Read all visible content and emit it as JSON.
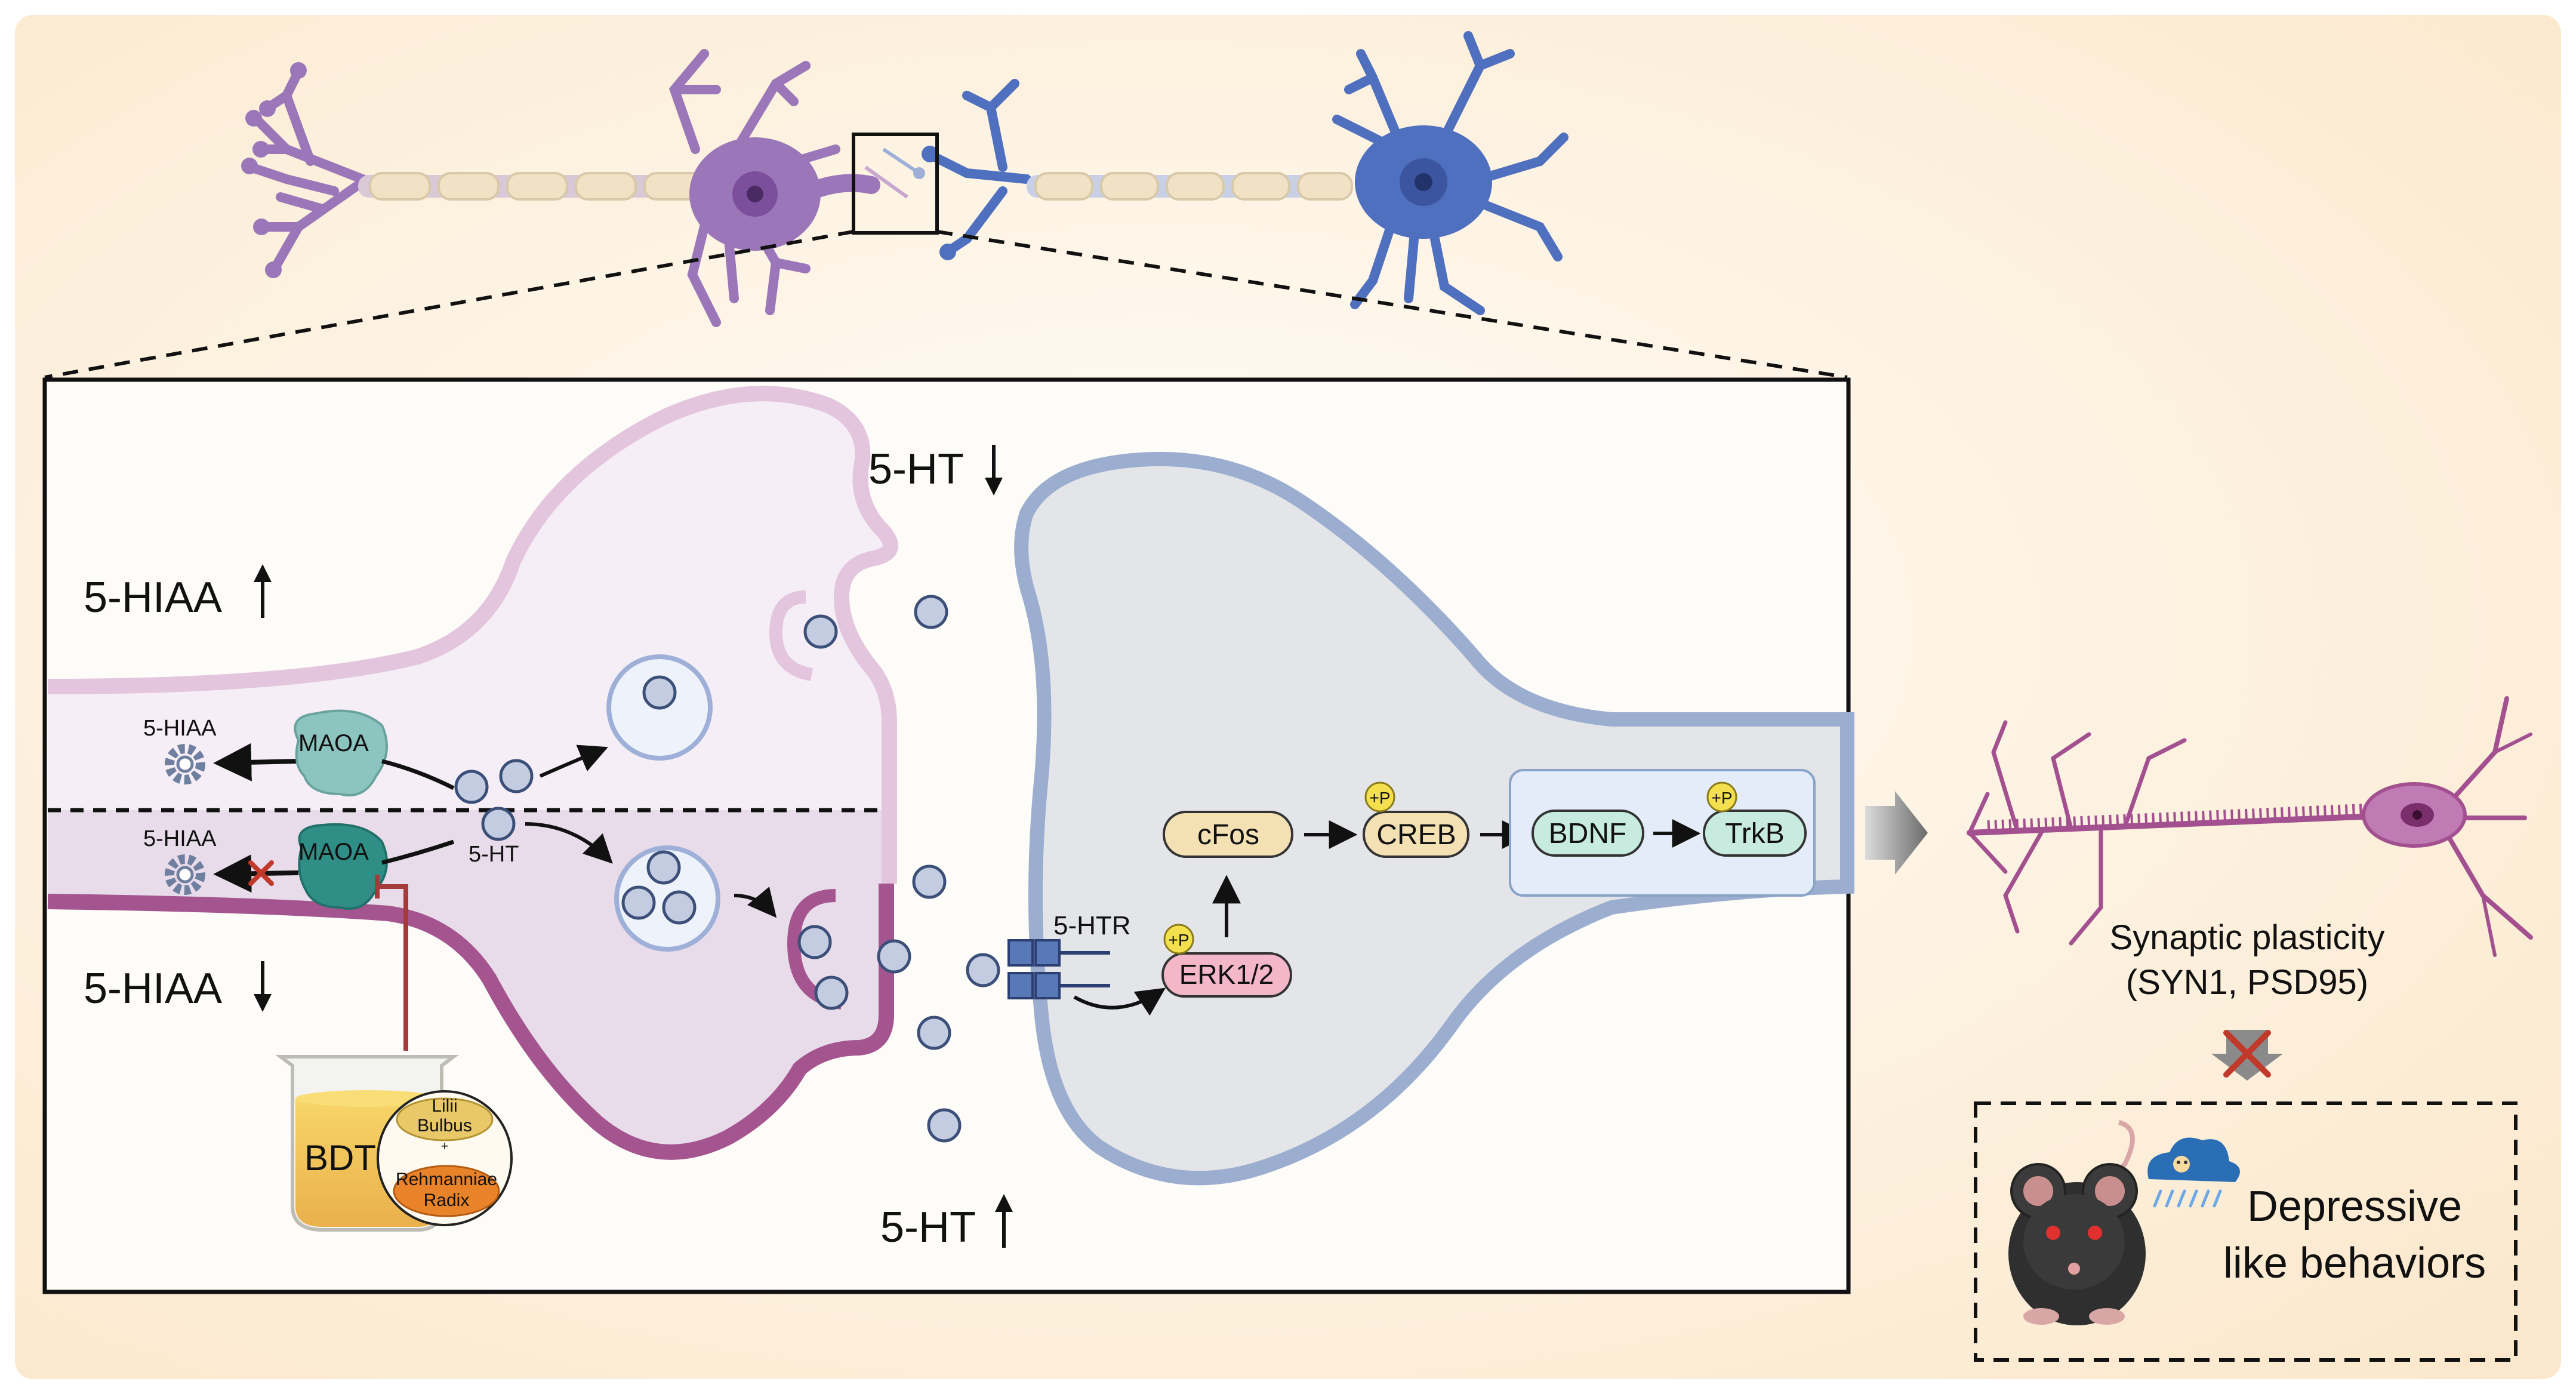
{
  "colors": {
    "background_warm": "#fdf0dc",
    "presynaptic_outline": "#9b5b96",
    "presynaptic_fill": "#ecdcea",
    "postsynaptic_outline": "#8fa6c7",
    "postsynaptic_fill": "#e2e4e8",
    "vesicle": "#c3cce0",
    "accent_inhibit": "#a53a3a"
  },
  "presynaptic": {
    "label_5hiaa_up": "5-HIAA",
    "label_5hiaa_down": "5-HIAA",
    "metabolite_top": "5-HIAA",
    "metabolite_bottom": "5-HIAA",
    "enzyme_top": "MAOA",
    "enzyme_bottom": "MAOA",
    "serotonin": "5-HT"
  },
  "cleft": {
    "label_5ht_down": "5-HT",
    "label_5ht_up": "5-HT"
  },
  "postsynaptic": {
    "receptor": "5-HTR",
    "phospho_tag": "+P",
    "erk": "ERK1/2",
    "cfos": "cFos",
    "creb": "CREB",
    "bdnf": "BDNF",
    "trkb": "TrkB"
  },
  "herbal": {
    "cup_label": "BDT",
    "herb1_line1": "Lilii",
    "herb1_line2": "Bulbus",
    "plus": "+",
    "herb2_line1": "Rehmanniae",
    "herb2_line2": "Radix"
  },
  "outcome": {
    "plasticity_line1": "Synaptic plasticity",
    "plasticity_line2": "(SYN1, PSD95)",
    "behavior_line1": "Depressive",
    "behavior_line2": "like behaviors"
  }
}
